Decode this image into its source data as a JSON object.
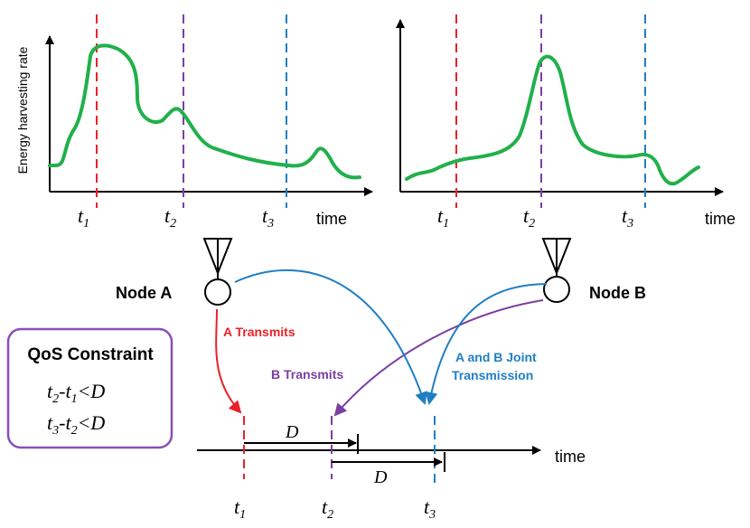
{
  "colors": {
    "curve": "#22b04b",
    "t1": "#e8222a",
    "t2": "#7b3fa0",
    "t3": "#1f7fc4",
    "axis": "#000000",
    "qos_border": "#8b4fb5"
  },
  "chart_a": {
    "ylabel": "Energy harvesting rate",
    "xlabel": "time",
    "ticks": [
      {
        "base": "t",
        "sub": "1"
      },
      {
        "base": "t",
        "sub": "2"
      },
      {
        "base": "t",
        "sub": "3"
      }
    ]
  },
  "chart_b": {
    "xlabel": "time",
    "ticks": [
      {
        "base": "t",
        "sub": "1"
      },
      {
        "base": "t",
        "sub": "2"
      },
      {
        "base": "t",
        "sub": "3"
      }
    ]
  },
  "nodes": {
    "a_label": "Node A",
    "b_label": "Node B"
  },
  "arrows": {
    "a_transmits": "A Transmits",
    "b_transmits": "B Transmits",
    "joint_line1": "A and B Joint",
    "joint_line2": "Transmission"
  },
  "qos": {
    "title": "QoS Constraint",
    "c1": {
      "a": "t",
      "a_sub": "2",
      "b": "t",
      "b_sub": "1",
      "rel": "<D"
    },
    "c2": {
      "a": "t",
      "a_sub": "3",
      "b": "t",
      "b_sub": "2",
      "rel": "<D"
    }
  },
  "timeline": {
    "xlabel": "time",
    "d1": "D",
    "d2": "D",
    "ticks": [
      {
        "base": "t",
        "sub": "1"
      },
      {
        "base": "t",
        "sub": "2"
      },
      {
        "base": "t",
        "sub": "3"
      }
    ]
  }
}
